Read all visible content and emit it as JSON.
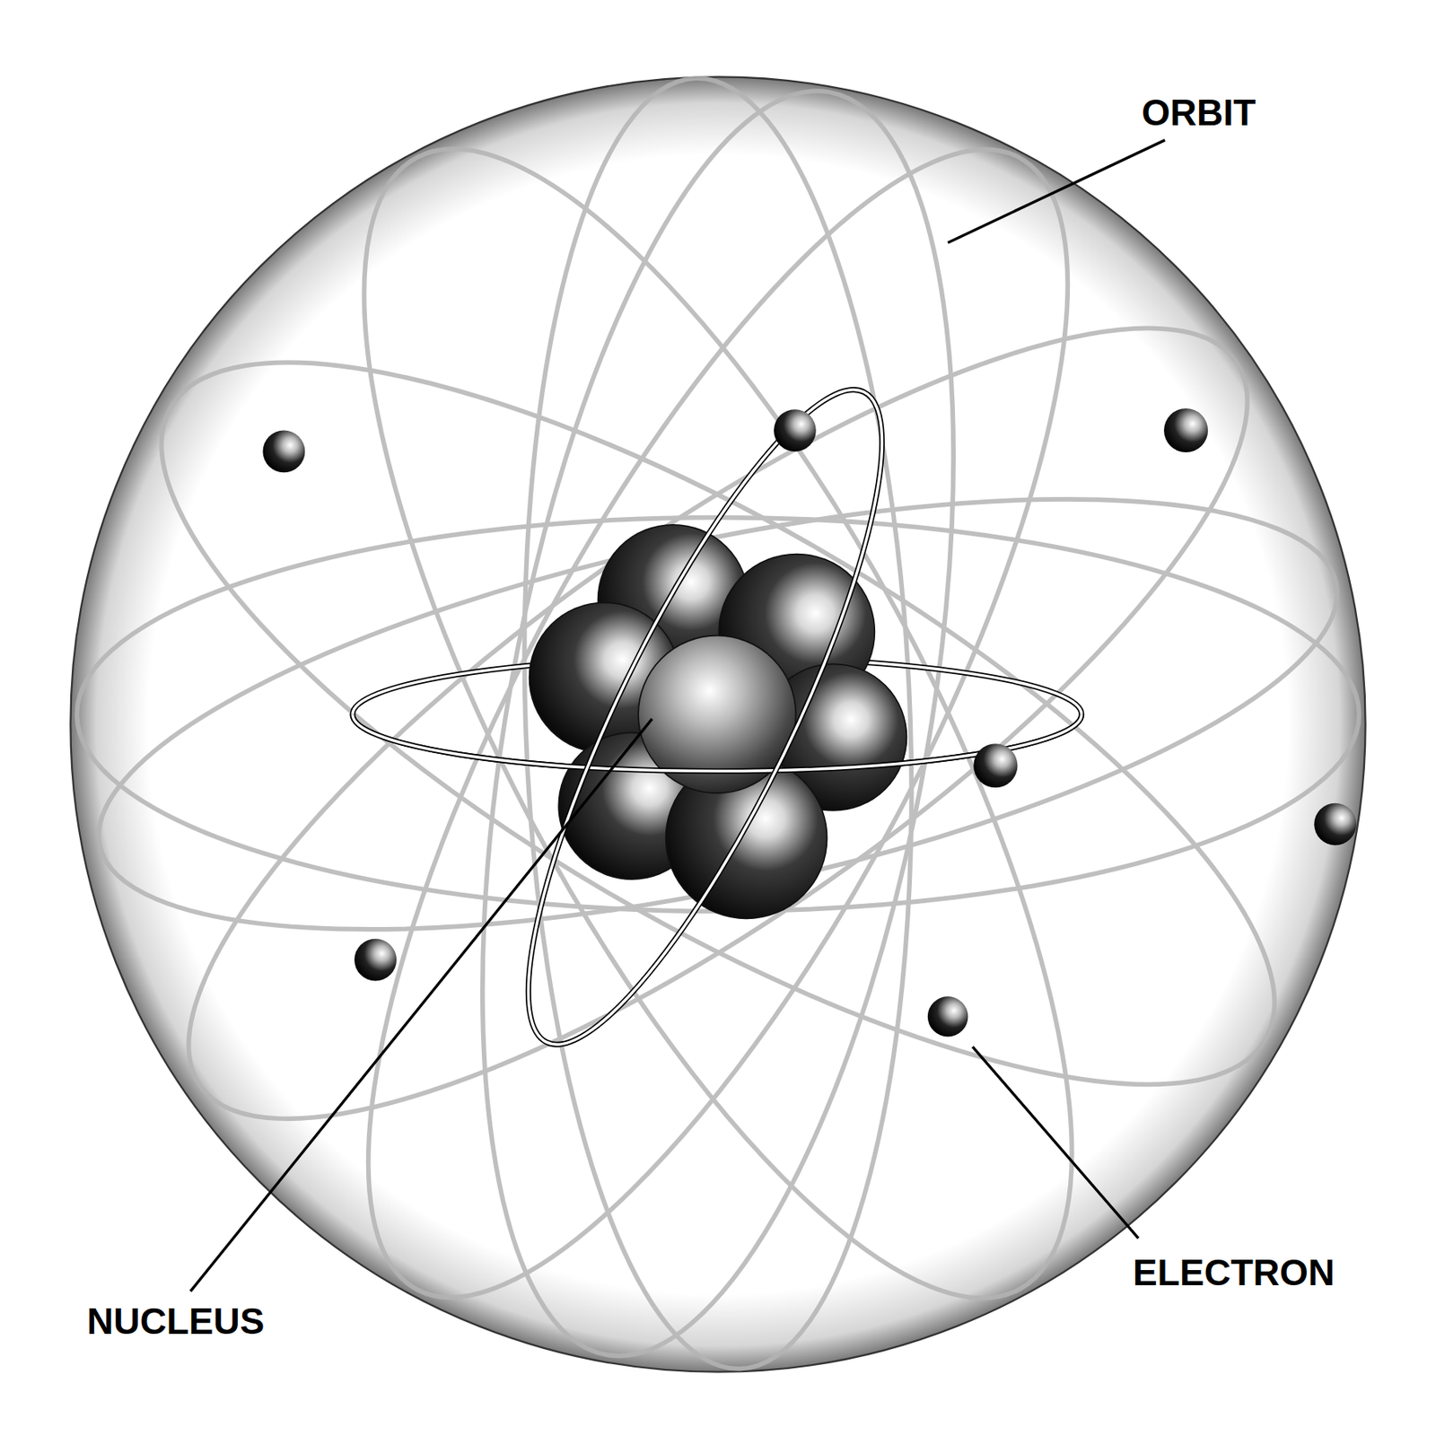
{
  "diagram": {
    "labels": [
      "ORBIT",
      "NUCLEUS",
      "ELECTRON"
    ]
  }
}
